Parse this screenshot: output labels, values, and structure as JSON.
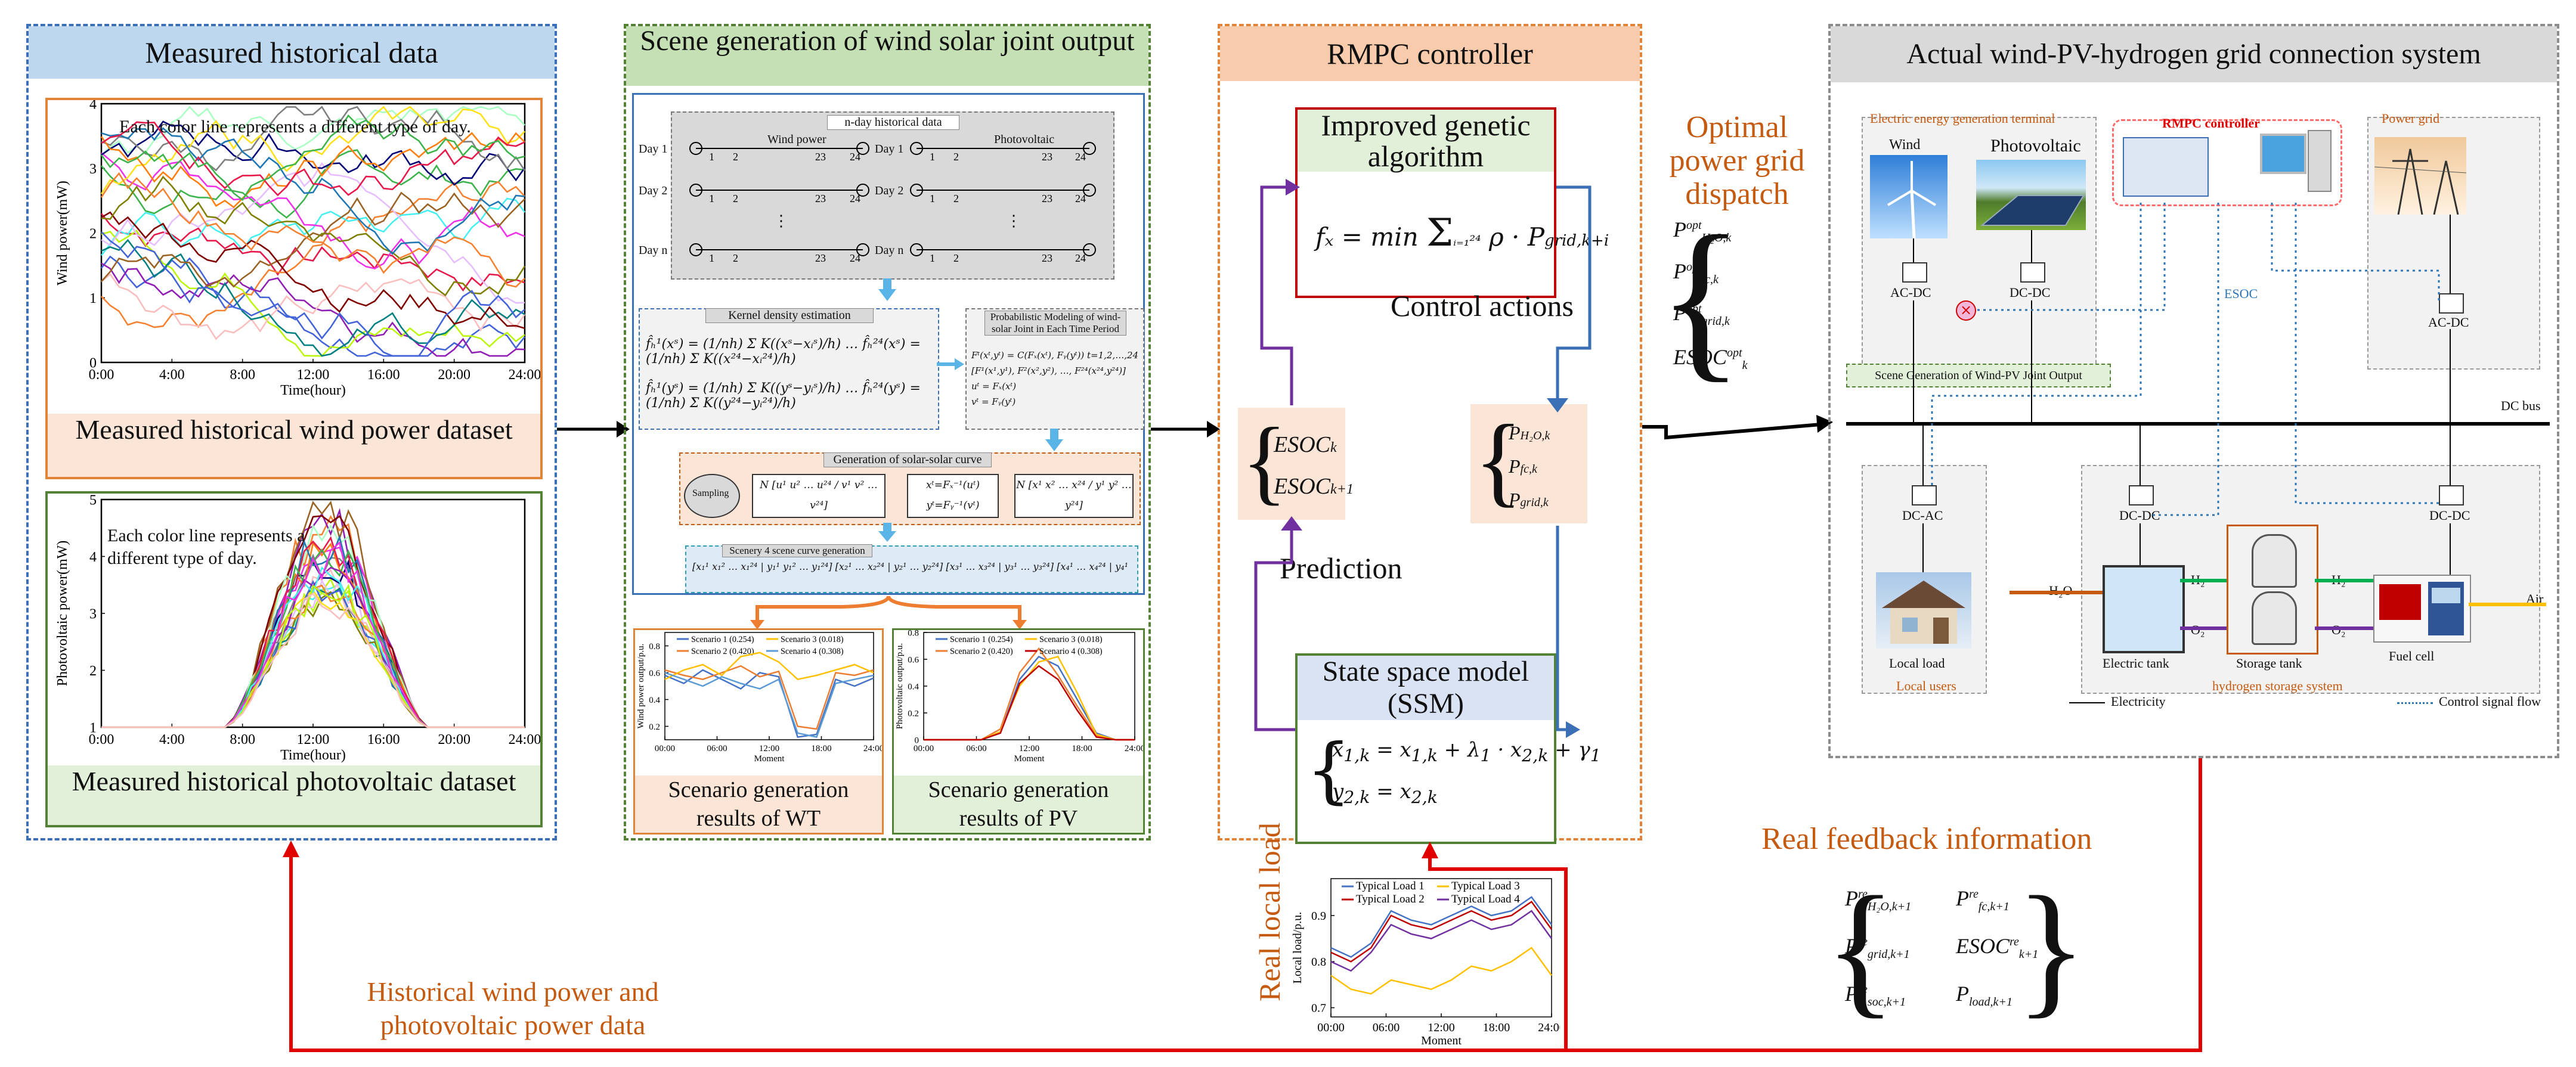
{
  "panels": {
    "measured": {
      "title": "Measured historical data",
      "wind_note": "Each color line represents a different type of day.",
      "wind_caption": "Measured historical wind power dataset",
      "pv_note": "Each color line represents a different type of day.",
      "pv_caption": "Measured historical photovoltaic dataset"
    },
    "scene": {
      "title": "Scene generation of wind solar joint output",
      "nday_label": "n-day historical data",
      "wind_power": "Wind power",
      "photovoltaic": "Photovoltaic",
      "day_labels": [
        "Day 1",
        "Day 2",
        "Day n"
      ],
      "kde_label": "Kernel density estimation",
      "prob_label": "Probabilistic Modeling of wind-solar Joint in Each Time Period",
      "curve_label": "Generation of solar-solar curve",
      "sampling_label": "Sampling",
      "scenery_label": "Scenery 4 scene curve generation",
      "wt_caption": "Scenario generation results of WT",
      "pv_caption": "Scenario generation results of PV"
    },
    "rmpc": {
      "title": "RMPC controller",
      "ga_title": "Improved genetic algorithm",
      "control_actions": "Control actions",
      "prediction": "Prediction",
      "ssm_title": "State space model (SSM)"
    },
    "system": {
      "title": "Actual wind-PV-hydrogen grid connection system",
      "gen_terminal": "Electric energy generation terminal",
      "rmpc_controller": "RMPC controller",
      "power_grid": "Power grid",
      "wind": "Wind",
      "photovoltaic": "Photovoltaic",
      "acdc1": "AC-DC",
      "dcdc1": "DC-DC",
      "esoc": "ESOC",
      "acdc2": "AC-DC",
      "scene_gen": "Scene Generation of Wind-PV Joint Output",
      "dc_bus": "DC bus",
      "dcac": "DC-AC",
      "dcdc2": "DC-DC",
      "dcdc3": "DC-DC",
      "local_load": "Local load",
      "local_users": "Local users",
      "h2o": "H₂O",
      "h2_a": "H₂",
      "h2_b": "H₂",
      "o2_a": "O₂",
      "o2_b": "O₂",
      "air": "Air",
      "electric_tank": "Electric tank",
      "storage_tank": "Storage tank",
      "fuel_cell": "Fuel cell",
      "storage_system": "hydrogen storage system",
      "electricity": "Electricity",
      "control_flow": "Control signal flow"
    }
  },
  "labels": {
    "optimal_dispatch": "Optimal power grid dispatch",
    "real_feedback": "Real feedback information",
    "historical_data": "Historical wind power and photovoltaic power data",
    "real_local_load": "Real local load"
  },
  "colors": {
    "blue_dash": "#3b6fb6",
    "green_dash": "#548235",
    "orange_dash": "#e0843a",
    "gray_dash": "#8c8c8c",
    "title_blue": "#bdd7ee",
    "title_green": "#c5e0b4",
    "title_orange": "#f8cbad",
    "title_gray": "#d9d9d9",
    "red_arrow": "#e00000",
    "orange_text": "#c55a11"
  },
  "chart_data": [
    {
      "type": "line",
      "title": "",
      "xlabel": "Time(hour)",
      "ylabel": "Wind power(mW)",
      "x_ticks": [
        "0:00",
        "4:00",
        "8:00",
        "12:00",
        "16:00",
        "20:00",
        "24:00"
      ],
      "y_ticks": [
        0,
        1,
        2,
        3,
        4
      ],
      "ylim": [
        0,
        4
      ],
      "note": "Each color line represents a different type of day."
    },
    {
      "type": "line",
      "title": "",
      "xlabel": "Time(hour)",
      "ylabel": "Photovoltaic power(mW)",
      "x_ticks": [
        "0:00",
        "4:00",
        "8:00",
        "12:00",
        "16:00",
        "20:00",
        "24:00"
      ],
      "y_ticks": [
        1,
        2,
        3,
        4,
        5
      ],
      "ylim": [
        1,
        5
      ],
      "note": "Each color line represents a different type of day."
    },
    {
      "type": "line",
      "title": "",
      "xlabel": "Moment",
      "ylabel": "Wind power output/p.u.",
      "x_ticks": [
        "00:00",
        "06:00",
        "12:00",
        "18:00",
        "24:00"
      ],
      "y_ticks": [
        0.2,
        0.4,
        0.6,
        0.8
      ],
      "ylim": [
        0.1,
        0.9
      ],
      "series": [
        {
          "name": "Scenario 1 (0.254)",
          "color": "#4472c4",
          "values": [
            0.58,
            0.52,
            0.62,
            0.55,
            0.48,
            0.6,
            0.57,
            0.12,
            0.14,
            0.55,
            0.5,
            0.56
          ]
        },
        {
          "name": "Scenario 2 (0.420)",
          "color": "#ed7d31",
          "values": [
            0.62,
            0.58,
            0.55,
            0.6,
            0.65,
            0.57,
            0.61,
            0.2,
            0.18,
            0.6,
            0.58,
            0.62
          ]
        },
        {
          "name": "Scenario 3 (0.018)",
          "color": "#ffc000",
          "values": [
            0.55,
            0.62,
            0.66,
            0.58,
            0.72,
            0.75,
            0.68,
            0.55,
            0.58,
            0.62,
            0.66,
            0.6
          ]
        },
        {
          "name": "Scenario 4 (0.308)",
          "color": "#5b9bd5",
          "values": [
            0.6,
            0.55,
            0.5,
            0.57,
            0.52,
            0.48,
            0.55,
            0.15,
            0.12,
            0.52,
            0.55,
            0.58
          ]
        }
      ]
    },
    {
      "type": "line",
      "title": "",
      "xlabel": "Moment",
      "ylabel": "Photovoltaic output/p.u.",
      "x_ticks": [
        "00:00",
        "06:00",
        "12:00",
        "18:00",
        "24:00"
      ],
      "y_ticks": [
        0,
        0.2,
        0.4,
        0.6,
        0.8
      ],
      "ylim": [
        0,
        0.8
      ],
      "series": [
        {
          "name": "Scenario 1 (0.254)",
          "color": "#4472c4",
          "values": [
            0,
            0,
            0,
            0,
            0.05,
            0.45,
            0.62,
            0.55,
            0.3,
            0.05,
            0,
            0
          ]
        },
        {
          "name": "Scenario 2 (0.420)",
          "color": "#ed7d31",
          "values": [
            0,
            0,
            0,
            0,
            0.08,
            0.5,
            0.68,
            0.48,
            0.25,
            0.03,
            0,
            0
          ]
        },
        {
          "name": "Scenario 3 (0.018)",
          "color": "#ffc000",
          "values": [
            0,
            0,
            0,
            0,
            0.06,
            0.4,
            0.58,
            0.62,
            0.35,
            0.04,
            0,
            0
          ]
        },
        {
          "name": "Scenario 4 (0.308)",
          "color": "#c00000",
          "values": [
            0,
            0,
            0,
            0,
            0.05,
            0.42,
            0.55,
            0.45,
            0.22,
            0.02,
            0,
            0
          ]
        }
      ]
    },
    {
      "type": "line",
      "title": "",
      "xlabel": "Moment",
      "ylabel": "Local load/p.u.",
      "x_ticks": [
        "00:00",
        "06:00",
        "12:00",
        "18:00",
        "24:00"
      ],
      "y_ticks": [
        0.7,
        0.8,
        0.9
      ],
      "ylim": [
        0.68,
        0.98
      ],
      "series": [
        {
          "name": "Typical Load 1",
          "color": "#4472c4",
          "values": [
            0.83,
            0.81,
            0.84,
            0.91,
            0.89,
            0.88,
            0.9,
            0.92,
            0.9,
            0.91,
            0.94,
            0.88
          ]
        },
        {
          "name": "Typical Load 2",
          "color": "#c00000",
          "values": [
            0.82,
            0.8,
            0.83,
            0.9,
            0.88,
            0.87,
            0.89,
            0.91,
            0.89,
            0.9,
            0.93,
            0.87
          ]
        },
        {
          "name": "Typical Load 3",
          "color": "#ffc000",
          "values": [
            0.77,
            0.74,
            0.73,
            0.76,
            0.75,
            0.74,
            0.76,
            0.79,
            0.78,
            0.8,
            0.83,
            0.77
          ]
        },
        {
          "name": "Typical Load 4",
          "color": "#7030a0",
          "values": [
            0.8,
            0.78,
            0.82,
            0.88,
            0.86,
            0.85,
            0.87,
            0.89,
            0.87,
            0.88,
            0.91,
            0.85
          ]
        }
      ]
    }
  ]
}
